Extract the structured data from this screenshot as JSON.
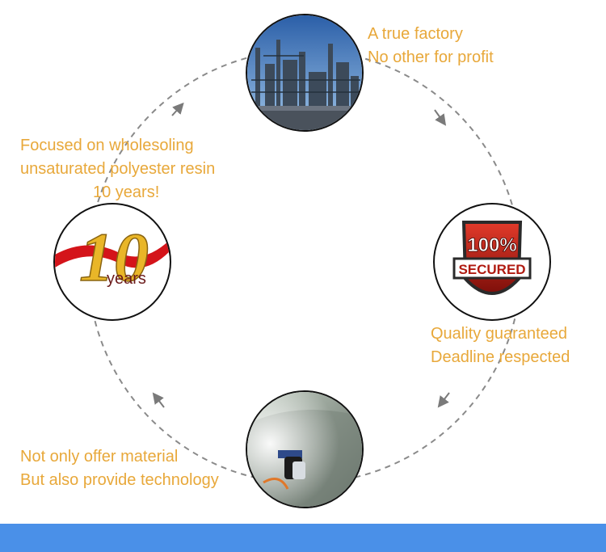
{
  "colors": {
    "caption_text": "#e8a83a",
    "ring_dash": "#8a8a8a",
    "circle_border": "#111111",
    "bottom_bar": "#4a90e8"
  },
  "nodes": {
    "factory": {
      "image": "factory-photo",
      "caption": [
        "A true factory",
        "No other for profit"
      ]
    },
    "secured": {
      "image": "secured-badge-icon",
      "badge_percent": "100%",
      "badge_word": "SECURED",
      "caption": [
        "Quality guaranteed",
        "Deadline respected"
      ]
    },
    "spray": {
      "image": "spray-gun-photo",
      "caption": [
        "Not only offer material",
        "But also provide technology"
      ]
    },
    "years": {
      "image": "ten-years-logo",
      "logo_number": "10",
      "logo_word": "years",
      "caption": [
        "Focused on wholesoling",
        "unsaturated polyester resin",
        "10 years!"
      ]
    }
  }
}
